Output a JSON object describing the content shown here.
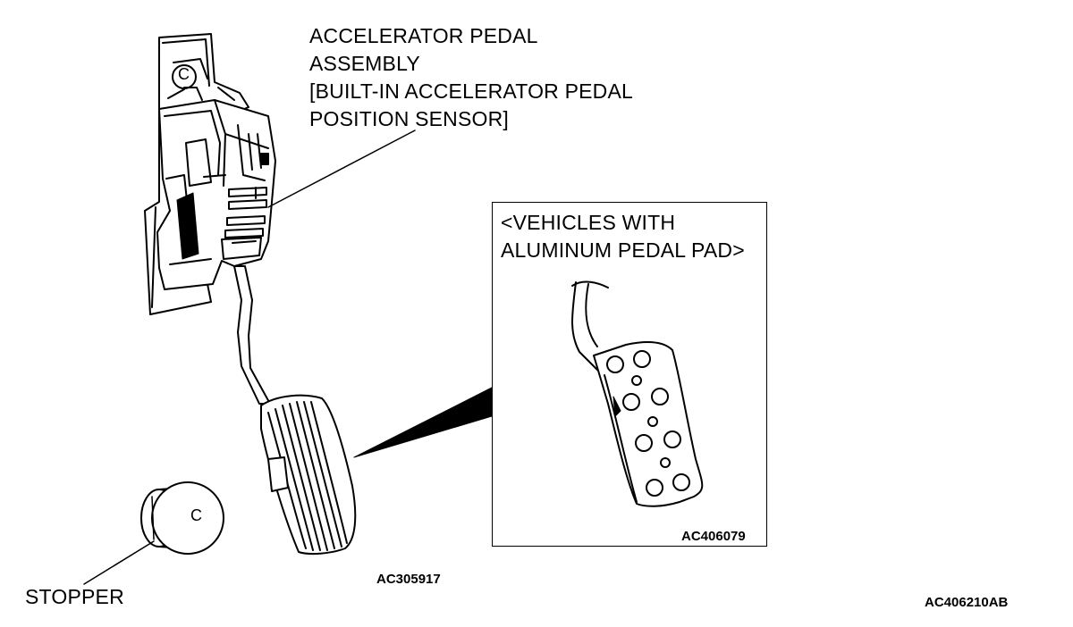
{
  "labels": {
    "assembly_line1": "ACCELERATOR PEDAL",
    "assembly_line2": "ASSEMBLY",
    "assembly_line3": "[BUILT-IN ACCELERATOR PEDAL",
    "assembly_line4": "POSITION SENSOR]",
    "stopper": "STOPPER",
    "stopper_letter": "C",
    "mount_letter": "C"
  },
  "inset": {
    "title_line1": "<VEHICLES WITH",
    "title_line2": "ALUMINUM PEDAL PAD>",
    "figure_code": "AC406079"
  },
  "figure_codes": {
    "main": "AC305917",
    "sheet": "AC406210AB"
  }
}
